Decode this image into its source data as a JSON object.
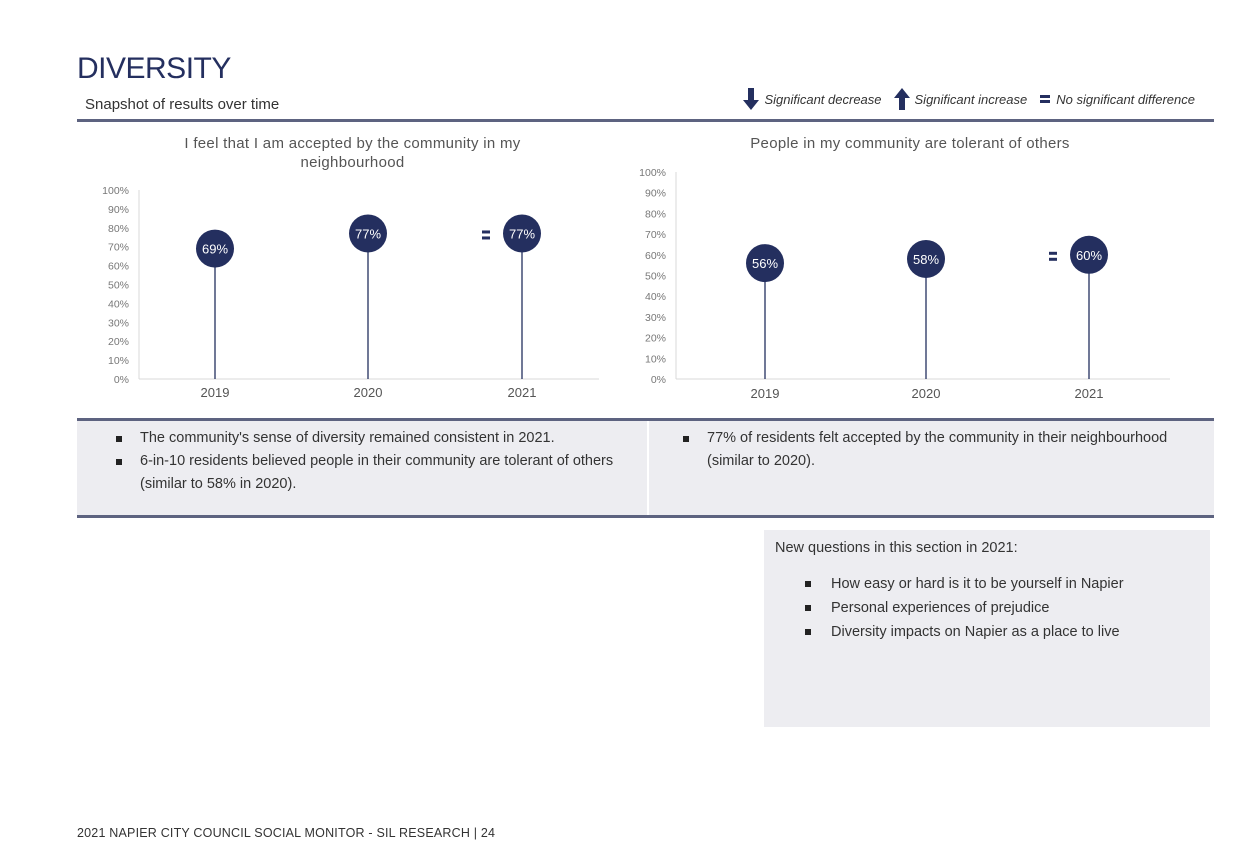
{
  "page": {
    "title": "DIVERSITY",
    "subtitle": "Snapshot of results over time",
    "footer": "2021 NAPIER CITY COUNCIL SOCIAL MONITOR - SIL RESEARCH | 24"
  },
  "legend": {
    "decrease": "Significant decrease",
    "increase": "Significant increase",
    "no_diff": "No significant difference",
    "equal_symbol": "="
  },
  "colors": {
    "navy": "#242f5f",
    "rule": "#5d6380",
    "panel": "#ededf1"
  },
  "chart_data": [
    {
      "type": "lollipop",
      "title": "I feel that I am accepted by the community in my neighbourhood",
      "categories": [
        "2019",
        "2020",
        "2021"
      ],
      "values": [
        69,
        77,
        77
      ],
      "labels": [
        "69%",
        "77%",
        "77%"
      ],
      "markers": [
        "",
        "",
        "="
      ],
      "ylim": [
        0,
        100
      ],
      "yticks": [
        "0%",
        "10%",
        "20%",
        "30%",
        "40%",
        "50%",
        "60%",
        "70%",
        "80%",
        "90%",
        "100%"
      ]
    },
    {
      "type": "lollipop",
      "title": "People in my community are tolerant of others",
      "categories": [
        "2019",
        "2020",
        "2021"
      ],
      "values": [
        56,
        58,
        60
      ],
      "labels": [
        "56%",
        "58%",
        "60%"
      ],
      "markers": [
        "",
        "",
        "="
      ],
      "ylim": [
        0,
        100
      ],
      "yticks": [
        "0%",
        "10%",
        "20%",
        "30%",
        "40%",
        "50%",
        "60%",
        "70%",
        "80%",
        "90%",
        "100%"
      ]
    }
  ],
  "notes": {
    "left": [
      "The community's sense of diversity remained consistent in 2021.",
      "6-in-10 residents believed people in their community are tolerant of others (similar to 58% in 2020)."
    ],
    "right": [
      "77% of residents felt accepted by the community in their neighbourhood (similar to 2020)."
    ]
  },
  "new_questions": {
    "header": "New questions in this section in 2021:",
    "items": [
      "How easy or hard is it to be yourself in Napier",
      "Personal experiences of prejudice",
      "Diversity impacts on Napier as a place to live"
    ]
  }
}
